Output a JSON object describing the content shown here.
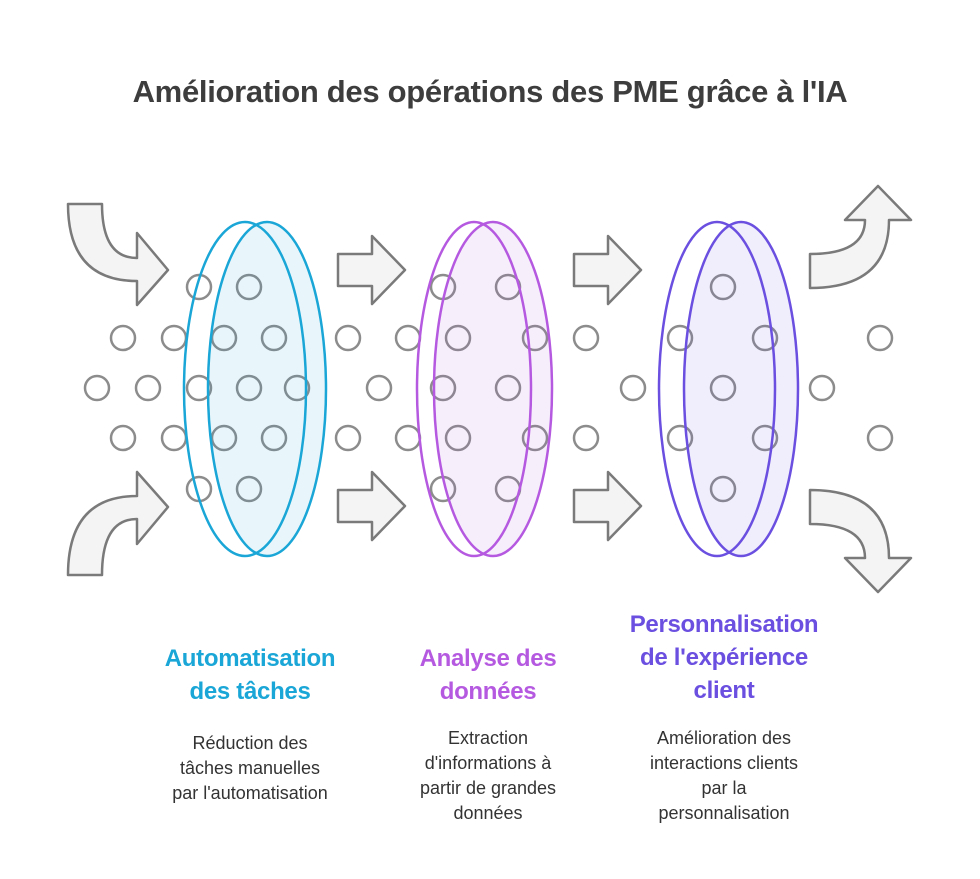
{
  "title": "Amélioration des opérations des PME grâce à l'IA",
  "colors": {
    "stage1": "#1aa6d6",
    "stage2": "#b55ae0",
    "stage3": "#6a4fe0",
    "arrow_fill": "#f4f4f4",
    "arrow_stroke": "#7a7a7a",
    "dot_stroke": "#8c8c8c"
  },
  "stages": [
    {
      "title_lines": [
        "Automatisation",
        "des tâches"
      ],
      "desc_lines": [
        "Réduction des",
        "tâches manuelles",
        "par l'automatisation"
      ]
    },
    {
      "title_lines": [
        "Analyse des",
        "données"
      ],
      "desc_lines": [
        "Extraction",
        "d'informations à",
        "partir de grandes",
        "données"
      ]
    },
    {
      "title_lines": [
        "Personnalisation",
        "de l'expérience",
        "client"
      ],
      "desc_lines": [
        "Amélioration des",
        "interactions clients",
        "par la",
        "personnalisation"
      ]
    }
  ]
}
